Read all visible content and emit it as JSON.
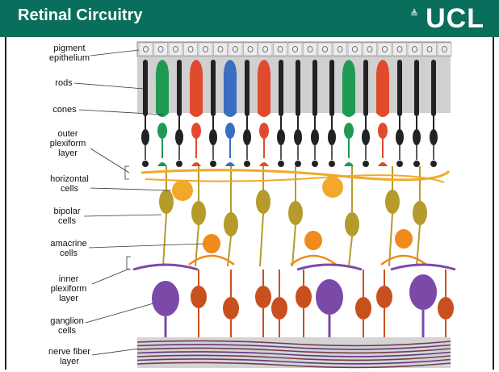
{
  "header": {
    "title": "Retinal Circuitry",
    "logo": "UCL",
    "logo_mark": "≜"
  },
  "colors": {
    "header_bg": "#0a6e5c",
    "rod": "#222222",
    "cone_green": "#1f9a55",
    "cone_red": "#e04b2e",
    "cone_blue": "#3a6ec0",
    "bipolar": "#b59b2c",
    "horizontal": "#f2a82a",
    "amacrine": "#f08a1a",
    "ganglion": "#7b4aa8",
    "ganglion_small": "#c8501e",
    "nerve_fiber": "#7a3a4a"
  },
  "labels": {
    "pigment_epithelium": "pigment\nepithelium",
    "rods": "rods",
    "cones": "cones",
    "outer_plexiform": "outer\nplexiform\nlayer",
    "horizontal_cells": "horizontal\ncells",
    "bipolar_cells": "bipolar\ncells",
    "amacrine_cells": "amacrine\ncells",
    "inner_plexiform": "inner\nplexiform\nlayer",
    "ganglion_cells": "ganglion\ncells",
    "nerve_fiber_layer": "nerve fiber\nlayer"
  }
}
